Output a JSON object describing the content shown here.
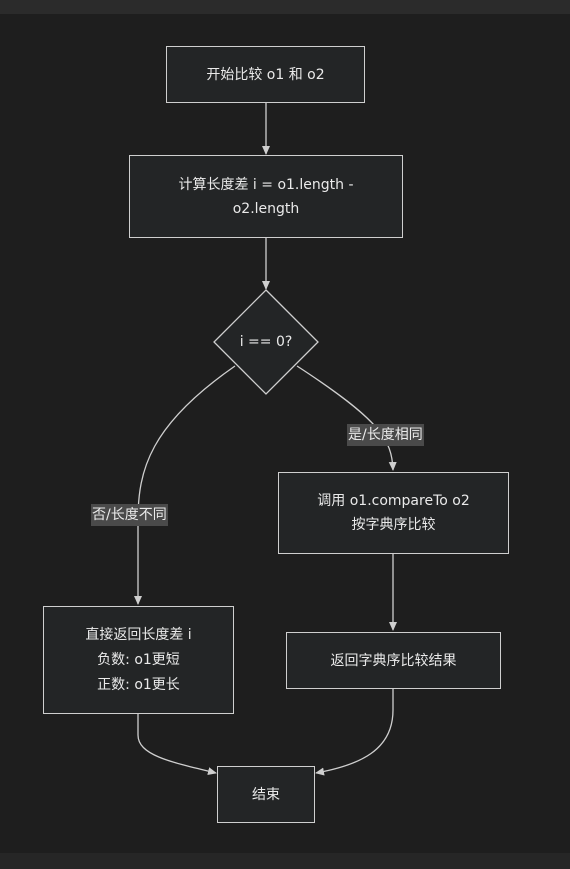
{
  "nodes": {
    "start": "开始比较 o1 和 o2",
    "calc_line1": "计算长度差 i = o1.length -",
    "calc_line2": "o2.length",
    "decision": "i == 0?",
    "compare_line1": "调用 o1.compareTo o2",
    "compare_line2": "按字典序比较",
    "return_diff_line1": "直接返回长度差 i",
    "return_diff_line2": "负数: o1更短",
    "return_diff_line3": "正数: o1更长",
    "return_dict": "返回字典序比较结果",
    "end": "结束"
  },
  "edges": {
    "yes_label": "是/长度相同",
    "no_label": "否/长度不同"
  },
  "colors": {
    "background": "#1e1e1e",
    "node_fill": "#232526",
    "stroke": "#cfcfcf",
    "label_bg": "#4a4a4a"
  }
}
